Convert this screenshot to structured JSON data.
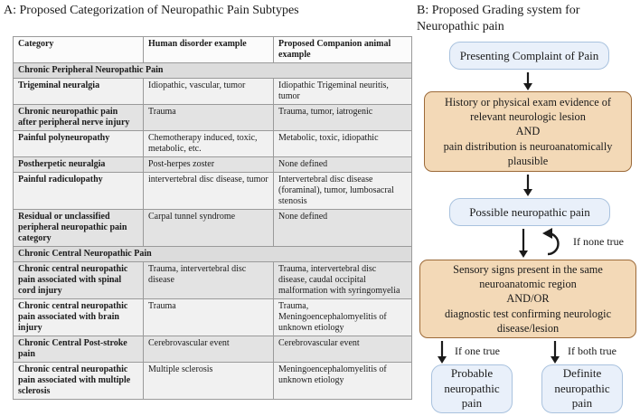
{
  "panel_a": {
    "title": "A: Proposed Categorization of Neuropathic Pain Subtypes",
    "table": {
      "headers": [
        "Category",
        "Human disorder example",
        "Proposed Companion animal example"
      ],
      "colors": {
        "band_bg": "#dcdcdc",
        "row_light": "#f1f1f1",
        "row_dark": "#e3e3e3",
        "header_bg": "#fbfbfb",
        "border": "#9a9a9a"
      },
      "sections": [
        {
          "band": "Chronic Peripheral Neuropathic Pain",
          "rows": [
            {
              "category": "Trigeminal neuralgia",
              "human": "Idiopathic, vascular, tumor",
              "animal": "Idiopathic Trigeminal neuritis, tumor"
            },
            {
              "category": "Chronic neuropathic pain after peripheral nerve injury",
              "human": "Trauma",
              "animal": "Trauma, tumor, iatrogenic"
            },
            {
              "category": "Painful polyneuropathy",
              "human": "Chemotherapy induced, toxic, metabolic, etc.",
              "animal": "Metabolic, toxic, idiopathic"
            },
            {
              "category": "Postherpetic neuralgia",
              "human": "Post-herpes zoster",
              "animal": "None defined"
            },
            {
              "category": "Painful radiculopathy",
              "human": "intervertebral disc disease, tumor",
              "animal": "Intervertebral disc disease (foraminal), tumor, lumbosacral stenosis"
            },
            {
              "category": "Residual or unclassified peripheral neuropathic pain category",
              "human": "Carpal tunnel syndrome",
              "animal": "None defined"
            }
          ]
        },
        {
          "band": "Chronic Central Neuropathic Pain",
          "rows": [
            {
              "category": "Chronic central neuropathic pain associated with spinal cord injury",
              "human": "Trauma, intervertebral disc disease",
              "animal": "Trauma, intervertebral disc disease, caudal occipital malformation with syringomyelia"
            },
            {
              "category": "Chronic central neuropathic pain associated with brain injury",
              "human": "Trauma",
              "animal": "Trauma, Meningoencephalomyelitis of unknown etiology"
            },
            {
              "category": "Chronic Central Post-stroke pain",
              "human": "Cerebrovascular event",
              "animal": "Cerebrovascular event"
            },
            {
              "category": "Chronic central neuropathic pain associated with multiple sclerosis",
              "human": "Multiple sclerosis",
              "animal": "Meningoencephalomyelitis of unknown etiology"
            }
          ]
        }
      ]
    }
  },
  "panel_b": {
    "title": "B: Proposed Grading system for\nNeuropathic pain",
    "boxes": {
      "presenting": "Presenting Complaint of Pain",
      "history": "History or physical exam evidence of\nrelevant neurologic lesion\nAND\npain distribution is neuroanatomically\nplausible",
      "possible": "Possible neuropathic pain",
      "sensory": "Sensory signs present in the same\nneuroanatomic region\nAND/OR\ndiagnostic test confirming neurologic\ndisease/lesion",
      "probable": "Probable\nneuropathic\npain",
      "definite": "Definite\nneuropathic\npain"
    },
    "labels": {
      "none_true": "If none true",
      "one_true": "If one true",
      "both_true": "If both true"
    },
    "colors": {
      "blue_fill": "#e9f0fa",
      "blue_border": "#a9c2de",
      "tan_fill": "#f3d9b7",
      "tan_border": "#9c6a39",
      "arrow": "#1a1a1a"
    }
  }
}
